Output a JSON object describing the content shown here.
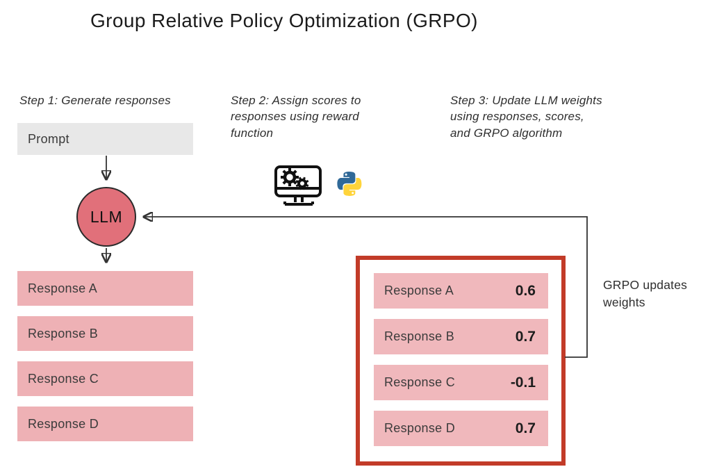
{
  "title": "Group Relative Policy Optimization (GRPO)",
  "steps": {
    "step1": {
      "line1": "Step 1: Generate responses"
    },
    "step2": {
      "line1": "Step 2: Assign scores to",
      "line2": "responses using reward",
      "line3": "function"
    },
    "step3": {
      "line1": "Step 3: Update LLM weights",
      "line2": "using responses, scores,",
      "line3": "and GRPO algorithm"
    }
  },
  "flow": {
    "prompt_label": "Prompt",
    "llm_label": "LLM",
    "responses": [
      {
        "label": "Response A"
      },
      {
        "label": "Response B"
      },
      {
        "label": "Response C"
      },
      {
        "label": "Response D"
      }
    ]
  },
  "scored": {
    "items": [
      {
        "label": "Response A",
        "score": "0.6"
      },
      {
        "label": "Response B",
        "score": "0.7"
      },
      {
        "label": "Response C",
        "score": "-0.1"
      },
      {
        "label": "Response D",
        "score": "0.7"
      }
    ]
  },
  "annotations": {
    "grpo_updates": {
      "line1": "GRPO updates",
      "line2": "weights"
    }
  },
  "icons": {
    "reward_function": "monitor-gears-icon",
    "language": "python-logo-icon"
  },
  "colors": {
    "pink_box": "#eeb1b5",
    "pink_box_scored": "#f0b8bc",
    "llm_circle": "#e1707a",
    "red_border": "#c23b28",
    "prompt_gray": "#e8e8e8",
    "line_color": "#333333",
    "python_blue": "#306998",
    "python_yellow": "#ffd43b"
  }
}
